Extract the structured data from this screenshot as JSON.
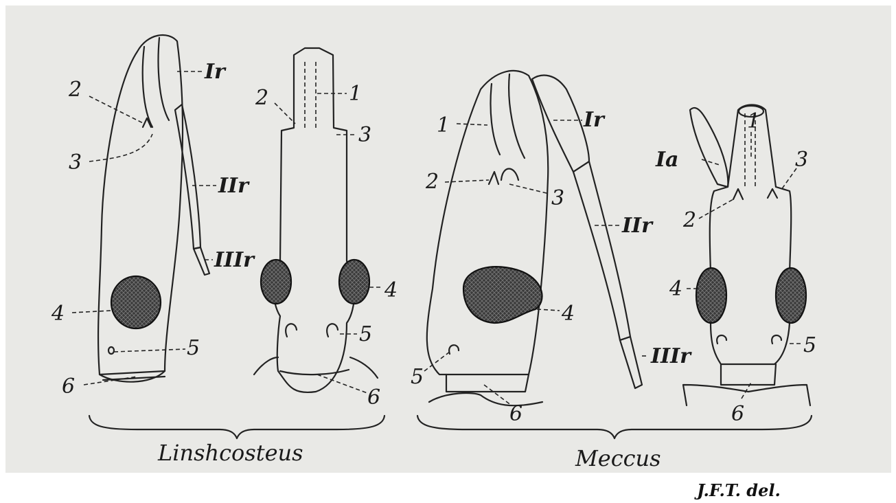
{
  "figure": {
    "background": "#e9e9e6",
    "credit": "J.F.T. del."
  },
  "groups": [
    {
      "genus": "Linshcosteus",
      "lateral_labels": [
        "2",
        "3",
        "Ir",
        "IIr",
        "IIIr",
        "4",
        "5",
        "6"
      ],
      "dorsal_labels": [
        "1",
        "2",
        "3",
        "4",
        "5",
        "6"
      ]
    },
    {
      "genus": "Meccus",
      "lateral_labels": [
        "1",
        "2",
        "3",
        "Ir",
        "IIr",
        "IIIr",
        "4",
        "5",
        "6"
      ],
      "dorsal_labels": [
        "1",
        "Ia",
        "2",
        "3",
        "4",
        "5",
        "6"
      ]
    }
  ]
}
